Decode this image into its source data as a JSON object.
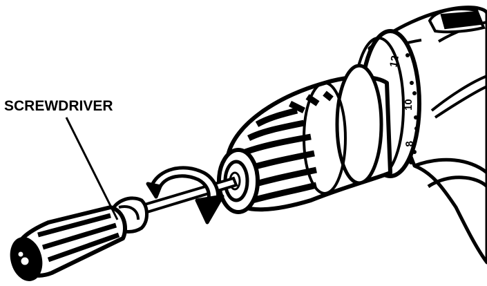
{
  "callout": {
    "label": "SCREWDRIVER"
  },
  "torque_ring": {
    "numbers": [
      "12",
      "10",
      "8"
    ]
  },
  "colors": {
    "ink": "#000000",
    "paper": "#ffffff"
  }
}
